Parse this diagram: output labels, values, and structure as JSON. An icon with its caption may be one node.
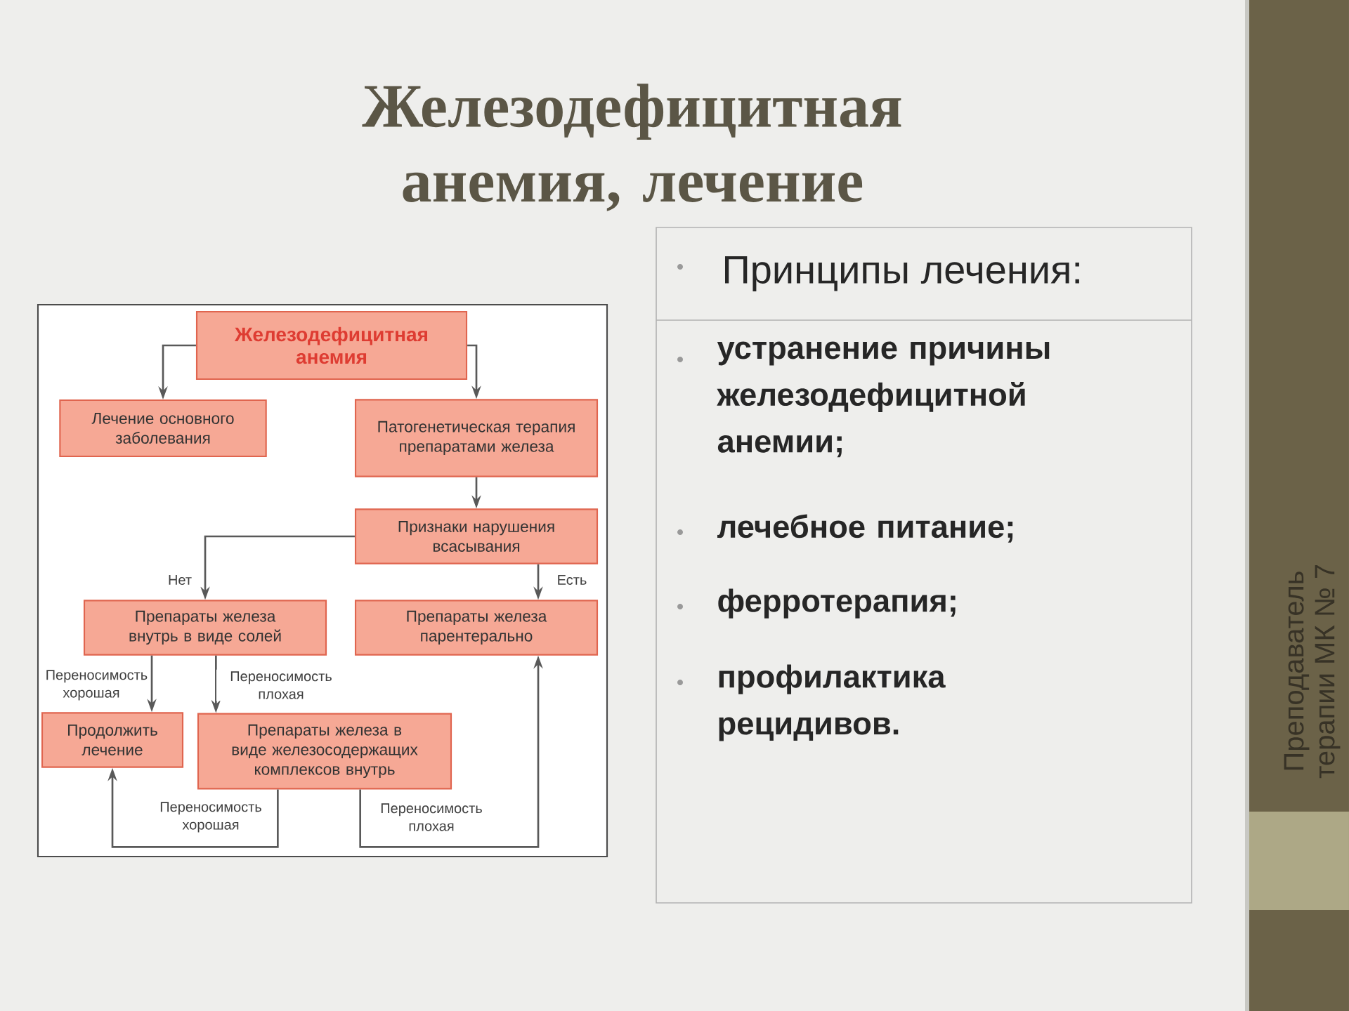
{
  "diagram": {
    "title": "Железодефицитная анемия, лечение",
    "nodes": [
      {
        "text": [
          "Железодефицитная анемия"
        ]
      },
      {
        "text": [
          "Лечение основного заболевания"
        ]
      },
      {
        "text": [
          "Патогенетическая терапия препаратами железа"
        ]
      },
      {
        "text": [
          "Признаки нарушения всасывания"
        ]
      },
      {
        "text": [
          "Препараты железа внутрь в виде солей"
        ]
      },
      {
        "text": [
          "Препараты железа парентерально"
        ]
      },
      {
        "text": [
          "Продолжить лечение"
        ]
      },
      {
        "text": [
          "Препараты железа в виде железосодержащих комплексов внутрь"
        ]
      },
      {
        "text": [
          "Принципы лечения:",
          "устранение причины железодефицитной анемии;",
          "лечебное питание;",
          "ферротерапия;",
          "профилактика рецидивов."
        ]
      }
    ],
    "edges": [
      {
        "from": 0,
        "to": 1,
        "arrow": "to"
      },
      {
        "from": 0,
        "to": 2,
        "arrow": "to"
      },
      {
        "from": 2,
        "to": 3,
        "arrow": "to"
      },
      {
        "from": 3,
        "to": 4,
        "arrow": "to",
        "label": "Нет"
      },
      {
        "from": 3,
        "to": 5,
        "arrow": "to",
        "label": "Есть"
      },
      {
        "from": 4,
        "to": 6,
        "arrow": "to",
        "label": "Переносимость хорошая"
      },
      {
        "from": 4,
        "to": 7,
        "arrow": "to",
        "label": "Переносимость плохая"
      },
      {
        "from": 7,
        "to": 6,
        "arrow": "to",
        "label": "Переносимость хорошая"
      },
      {
        "from": 7,
        "to": 5,
        "arrow": "to",
        "label": "Переносимость плохая"
      }
    ],
    "labels": [
      "Преподаватель",
      "терапии МК № 7"
    ]
  }
}
